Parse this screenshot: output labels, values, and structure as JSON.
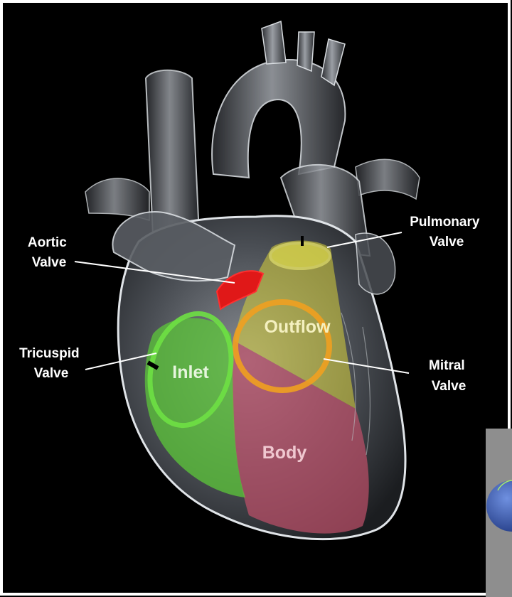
{
  "labels": {
    "aortic_valve": [
      "Aortic",
      "Valve"
    ],
    "pulmonary_valve": [
      "Pulmonary",
      "Valve"
    ],
    "tricuspid_valve": [
      "Tricuspid",
      "Valve"
    ],
    "mitral_valve": [
      "Mitral",
      "Valve"
    ]
  },
  "regions": {
    "outflow": "Outflow",
    "inlet": "Inlet",
    "body": "Body"
  },
  "colors": {
    "background": "#000000",
    "frame": "#ffffff",
    "inlet": "#5cc73a",
    "outflow": "#d8d23a",
    "body": "#c0506a",
    "aortic_valve": "#e01818",
    "pulmonary_valve": "#f0ec50",
    "mitral_valve": "#f0a020",
    "tricuspid_valve": "#6ee044",
    "inset_sphere": "#3f66c6"
  }
}
